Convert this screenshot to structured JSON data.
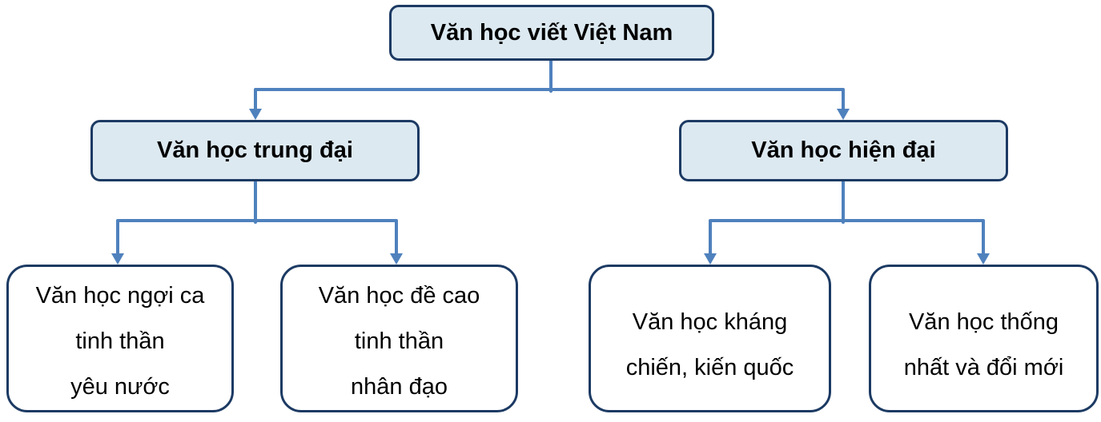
{
  "diagram": {
    "type": "tree",
    "root": {
      "label": "Văn học viết Việt Nam",
      "children": [
        {
          "label": "Văn học trung đại",
          "children": [
            {
              "lines": [
                "Văn học ngợi ca",
                "tinh thần",
                "yêu nước"
              ],
              "full_text": "Văn học ngợi ca tinh thần yêu nước"
            },
            {
              "lines": [
                "Văn học đề cao",
                "tinh thần",
                "nhân đạo"
              ],
              "full_text": "Văn học đề cao tinh thần nhân đạo"
            }
          ]
        },
        {
          "label": "Văn học hiện đại",
          "children": [
            {
              "lines": [
                "Văn học kháng",
                "chiến, kiến quốc"
              ],
              "full_text": "Văn học kháng chiến, kiến quốc"
            },
            {
              "lines": [
                "Văn học thống",
                "nhất và đổi mới"
              ],
              "full_text": "Văn học thống nhất và đổi mới"
            }
          ]
        }
      ]
    },
    "colors": {
      "connector": "#4f81bd",
      "border": "#1c3a63",
      "branch_fill": "#dce9f1",
      "leaf_fill": "#ffffff",
      "text": "#000000"
    }
  }
}
